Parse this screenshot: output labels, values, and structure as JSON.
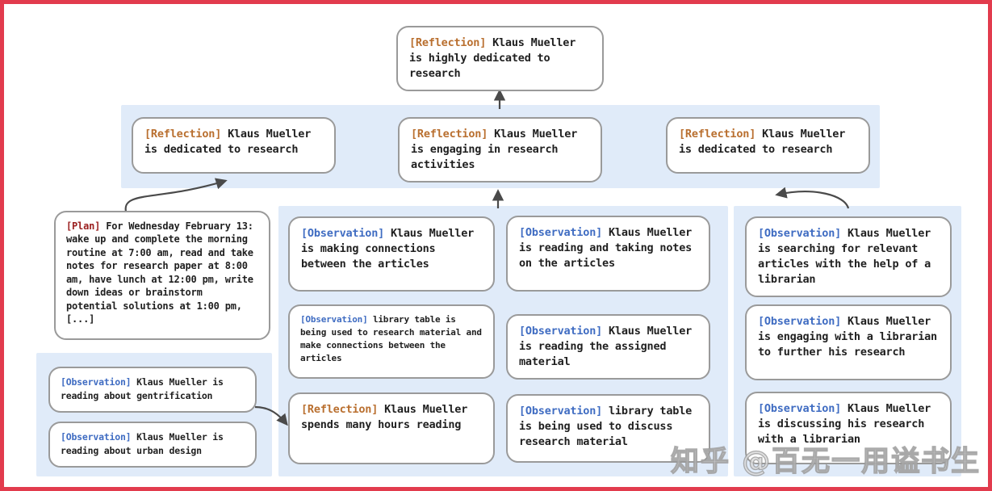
{
  "colors": {
    "frame-border": "#e23b4d",
    "page-bg": "#ffffff",
    "band": "#e0ebf9",
    "node-bg": "#ffffff",
    "node-border": "#9a9a9a",
    "text": "#1f1f1f",
    "arrow": "#4a4a4a",
    "tag-reflection": "#b96f2f",
    "tag-observation": "#3f6cc2",
    "tag-plan": "#9b2020"
  },
  "nodes": {
    "root": {
      "tag": "[Reflection]",
      "text": "Klaus Mueller is highly dedicated to research"
    },
    "level2": [
      {
        "tag": "[Reflection]",
        "text": "Klaus Mueller is dedicated to research"
      },
      {
        "tag": "[Reflection]",
        "text": "Klaus Mueller is engaging in research activities"
      },
      {
        "tag": "[Reflection]",
        "text": "Klaus Mueller is dedicated to research"
      }
    ],
    "plan": {
      "tag": "[Plan]",
      "text": "For Wednesday February 13: wake up and complete the morning routine at 7:00 am, read and take notes for research paper at 8:00 am, have lunch at 12:00 pm, write down ideas or brainstorm potential solutions at 1:00 pm, [...]"
    },
    "left_group": [
      {
        "tag": "[Observation]",
        "text": "Klaus Mueller is reading about gentrification"
      },
      {
        "tag": "[Observation]",
        "text": "Klaus Mueller is reading about urban design"
      }
    ],
    "middle_group_col1": [
      {
        "tag": "[Observation]",
        "text": "Klaus Mueller is making connections between the articles"
      },
      {
        "tag": "[Observation]",
        "text": "library table is being used to research material and make connections between the articles"
      },
      {
        "tag": "[Reflection]",
        "text": "Klaus Mueller spends many hours reading"
      }
    ],
    "middle_group_col2": [
      {
        "tag": "[Observation]",
        "text": "Klaus Mueller is reading and taking notes on the articles"
      },
      {
        "tag": "[Observation]",
        "text": "Klaus Mueller is reading the assigned material"
      },
      {
        "tag": "[Observation]",
        "text": "library table is being used to discuss research material"
      }
    ],
    "right_group": [
      {
        "tag": "[Observation]",
        "text": "Klaus Mueller is searching for relevant articles with the help of a librarian"
      },
      {
        "tag": "[Observation]",
        "text": "Klaus Mueller is engaging with a librarian to further his research"
      },
      {
        "tag": "[Observation]",
        "text": "Klaus Mueller is discussing his research with a librarian"
      }
    ]
  },
  "watermark": {
    "text": "知乎 @百无一用谥书生"
  }
}
